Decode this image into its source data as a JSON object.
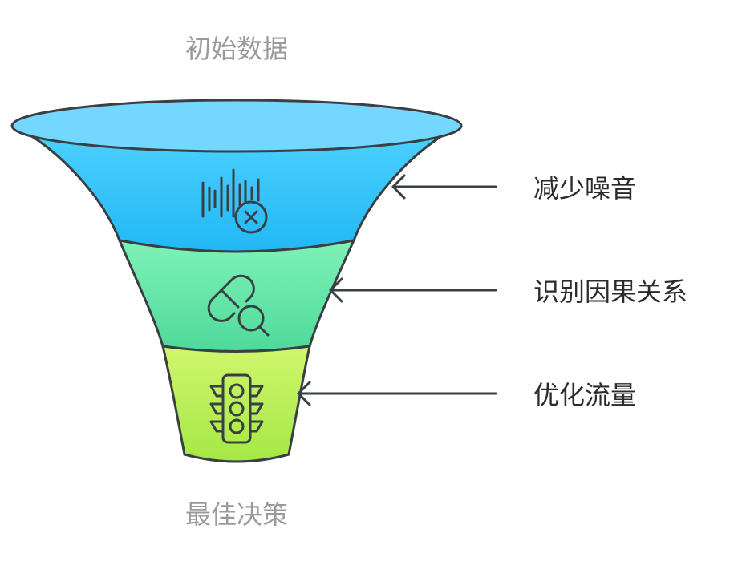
{
  "funnel": {
    "top_label": "初始数据",
    "bottom_label": "最佳决策",
    "stages": [
      {
        "label": "减少噪音",
        "icon": "noise-cancel-icon",
        "color": "#2cc3f7"
      },
      {
        "label": "识别因果关系",
        "icon": "capsule-search-icon",
        "color": "#5ee0a4"
      },
      {
        "label": "优化流量",
        "icon": "traffic-light-icon",
        "color": "#b6ef5a"
      }
    ],
    "rim_color": "#73d7ff",
    "line_color": "#3a3f44"
  }
}
